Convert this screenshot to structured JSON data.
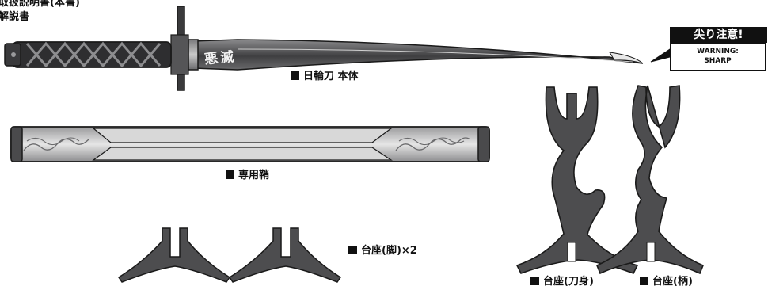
{
  "header": {
    "line1": "取扱説明書(本書)",
    "line2": "解説書"
  },
  "warning": {
    "title": "尖り注意!",
    "line1": "WARNING:",
    "line2": "SHARP"
  },
  "labels": {
    "sword": "日輪刀 本体",
    "scabbard": "専用鞘",
    "legs": "台座(脚)×2",
    "blade_stand": "台座(刀身)",
    "hilt_stand": "台座(柄)"
  },
  "colors": {
    "outline": "#1a1a1a",
    "stand": "#4d4d4f",
    "blade": "#6e6e70",
    "grey": "#bdbdbd"
  }
}
